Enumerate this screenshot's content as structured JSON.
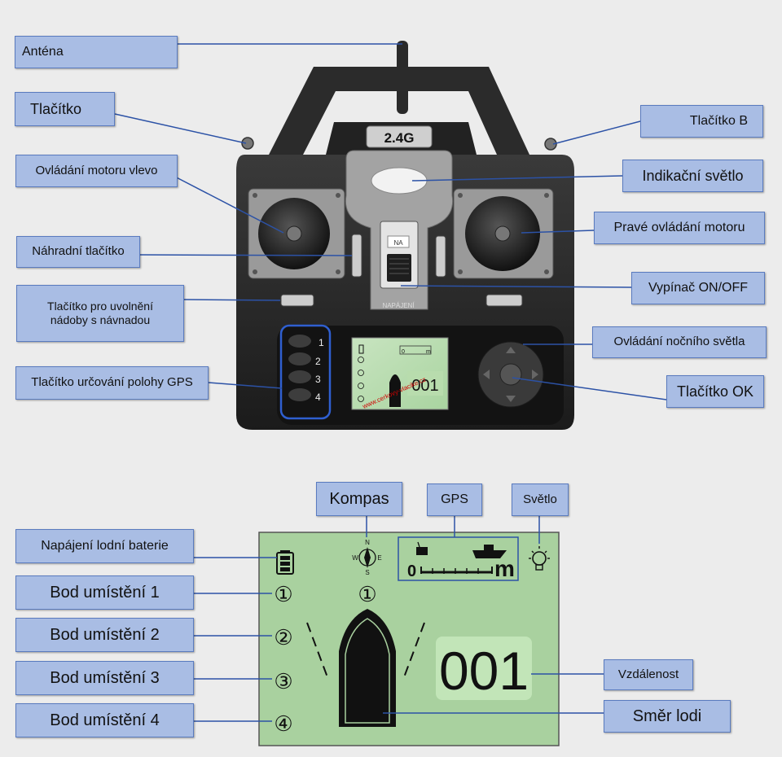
{
  "controller": {
    "model_badge": "2.4G",
    "switch_tag": "NA",
    "switch_caption": "NAPÁJENÍ",
    "mini_distance": "001",
    "mini_scale_zero": "0",
    "mini_scale_unit": "m",
    "watermark": "www.cerkovy-vlacike.cz",
    "button_numbers": [
      "1",
      "2",
      "3",
      "4"
    ]
  },
  "screen": {
    "compass_letters": {
      "n": "N",
      "s": "S",
      "e": "E",
      "w": "W"
    },
    "compass_point": "①",
    "scale_zero": "0",
    "scale_unit": "m",
    "points": [
      "①",
      "②",
      "③",
      "④"
    ],
    "distance": "001"
  },
  "labels": {
    "antenna": "Anténa",
    "button_a": "Tlačítko",
    "button_b": "Tlačítko B",
    "left_motor": "Ovládání motoru vlevo",
    "indicator_light": "Indikační světlo",
    "right_motor": "Pravé ovládání motoru",
    "spare_button": "Náhradní tlačítko",
    "power_switch": "Vypínač ON/OFF",
    "bait_release": "Tlačítko pro uvolnění\nnádoby s návnadou",
    "night_light": "Ovládání nočního světla",
    "gps_buttons": "Tlačítko určování polohy GPS",
    "ok_button": "Tlačítko OK",
    "compass": "Kompas",
    "gps": "GPS",
    "light": "Světlo",
    "battery": "Napájení lodní baterie",
    "point_1": "Bod umístění 1",
    "point_2": "Bod umístění 2",
    "point_3": "Bod umístění 3",
    "point_4": "Bod umístění 4",
    "distance": "Vzdálenost",
    "boat_direction": "Směr lodi"
  }
}
